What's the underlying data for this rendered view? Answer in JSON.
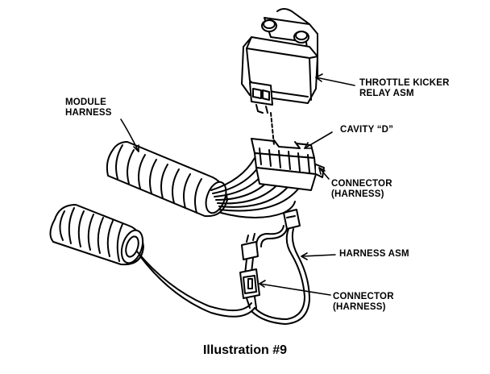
{
  "labels": {
    "relay": {
      "line1": "THROTTLE KICKER",
      "line2": "RELAY ASM"
    },
    "module_harness": {
      "line1": "MODULE",
      "line2": "HARNESS"
    },
    "cavity": {
      "line1": "CAVITY “D”"
    },
    "connector_upper": {
      "line1": "CONNECTOR",
      "line2": "(HARNESS)"
    },
    "harness_asm": {
      "line1": "HARNESS ASM"
    },
    "connector_lower": {
      "line1": "CONNECTOR",
      "line2": "(HARNESS)"
    }
  },
  "caption": "Illustration #9",
  "colors": {
    "ink": "#000000",
    "background": "#ffffff"
  }
}
